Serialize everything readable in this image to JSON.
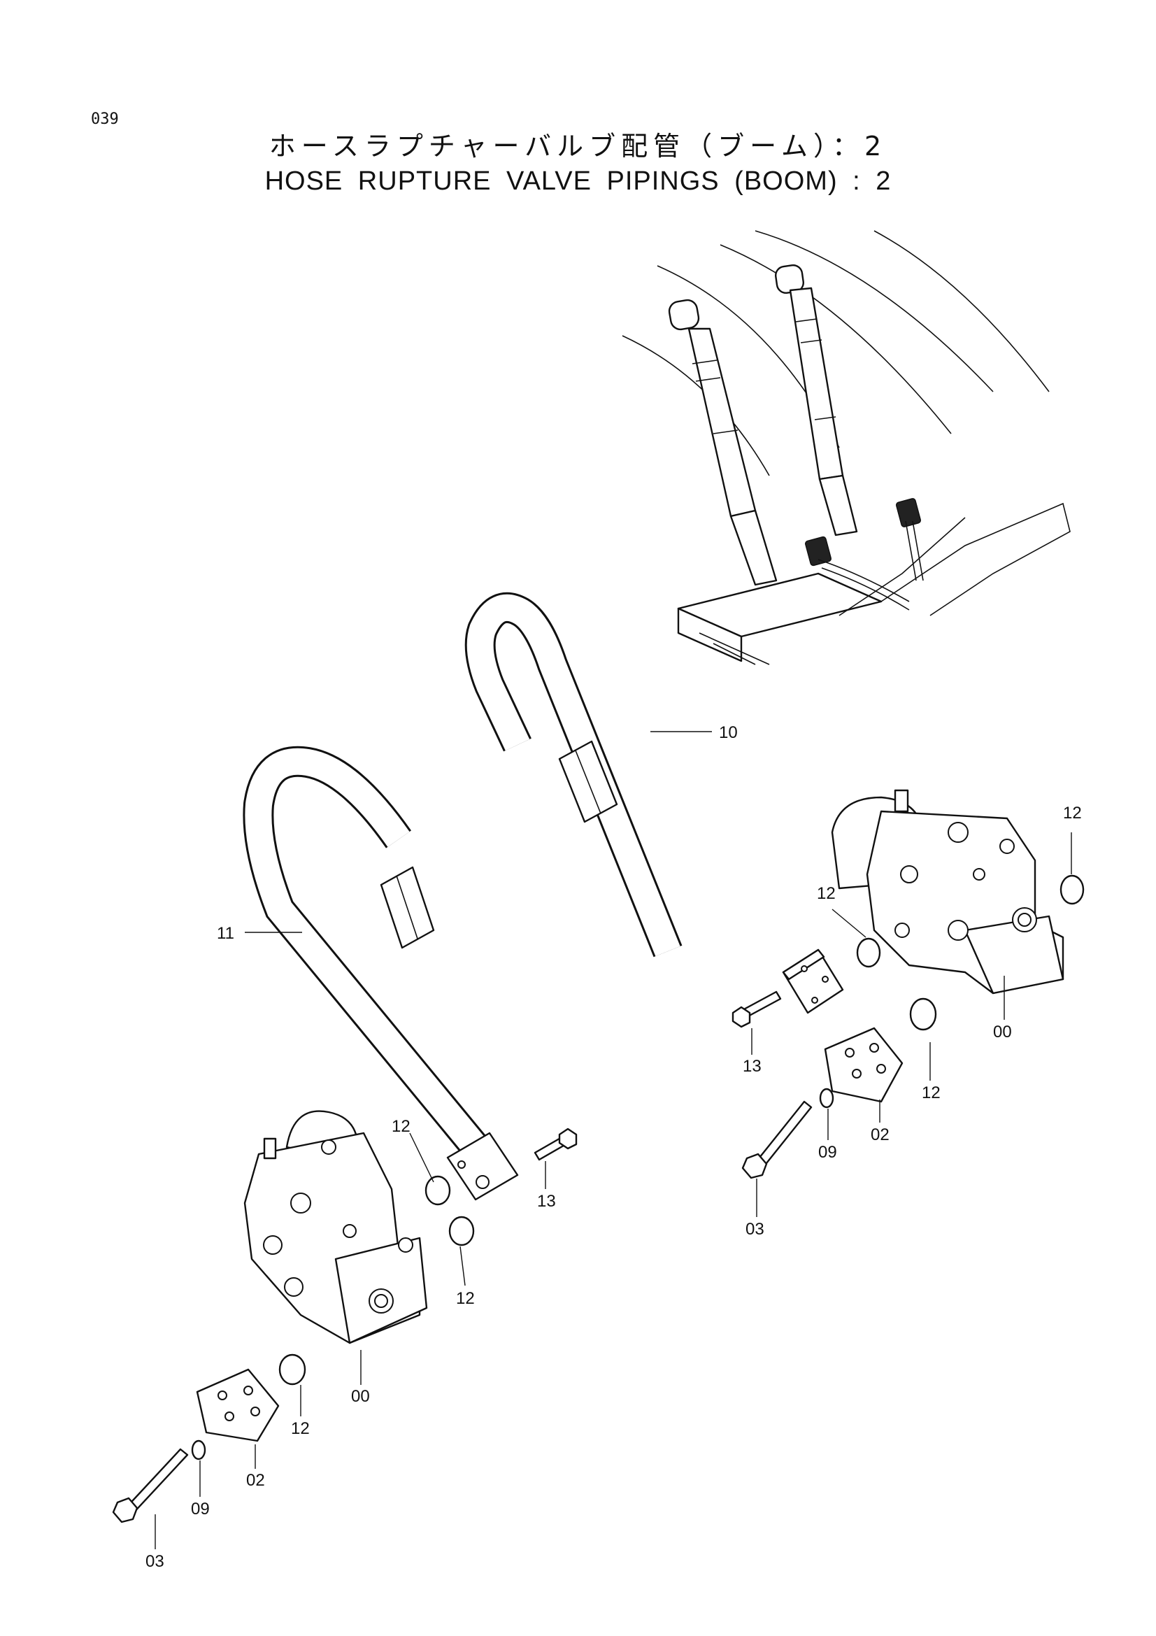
{
  "page_number": "039",
  "title_jp": "ホースラプチャーバルブ配管（ブーム）：2",
  "title_en": "HOSE  RUPTURE  VALVE  PIPINGS (BOOM) : 2",
  "callouts": {
    "c10": "10",
    "c11": "11",
    "c12a": "12",
    "c12b": "12",
    "c12c": "12",
    "c12d": "12",
    "c12e": "12",
    "c12f": "12",
    "c13a": "13",
    "c13b": "13",
    "c00a": "00",
    "c00b": "00",
    "c02a": "02",
    "c02b": "02",
    "c09a": "09",
    "c09b": "09",
    "c03a": "03",
    "c03b": "03"
  }
}
